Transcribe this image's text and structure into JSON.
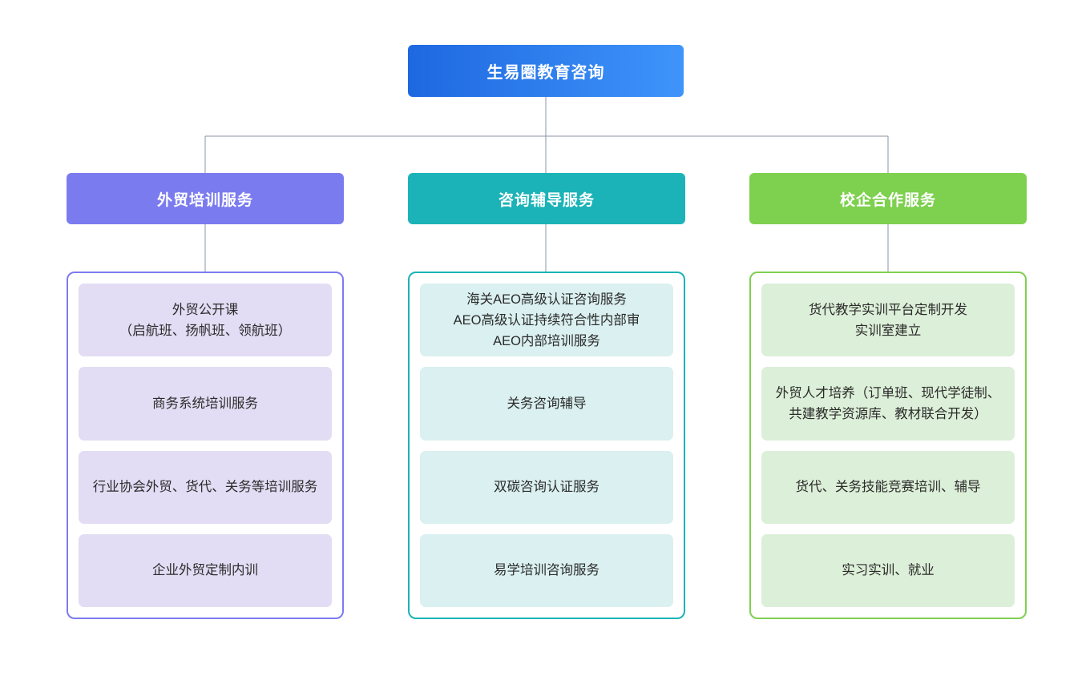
{
  "diagram": {
    "type": "organizational-tree",
    "orientation": "top-down",
    "levels": 3,
    "root": {
      "label": "生易圈教育咨询",
      "color_start": "#1e68e0",
      "color_end": "#3f94fb",
      "text_color": "#ffffff"
    },
    "connector_color": "#8b95a6",
    "background": "#ffffff"
  },
  "branches": [
    {
      "id": "foreign-trade-training",
      "label": "外贸培训服务",
      "accent": "#7b7bf0",
      "card_fill": "#e2ddf4",
      "items": [
        {
          "text": "外贸公开课\n（启航班、扬帆班、领航班）"
        },
        {
          "text": "商务系统培训服务"
        },
        {
          "text": "行业协会外贸、货代、关务等培训服务"
        },
        {
          "text": "企业外贸定制内训"
        }
      ]
    },
    {
      "id": "consulting-tutoring",
      "label": "咨询辅导服务",
      "accent": "#1bb3b8",
      "card_fill": "#dbf0f0",
      "items": [
        {
          "text": "海关AEO高级认证咨询服务\nAEO高级认证持续符合性内部审\nAEO内部培训服务"
        },
        {
          "text": "关务咨询辅导"
        },
        {
          "text": "双碳咨询认证服务"
        },
        {
          "text": "易学培训咨询服务"
        }
      ]
    },
    {
      "id": "school-enterprise-cooperation",
      "label": "校企合作服务",
      "accent": "#7ed04f",
      "card_fill": "#dcefd8",
      "items": [
        {
          "text": "货代教学实训平台定制开发\n实训室建立"
        },
        {
          "text": "外贸人才培养（订单班、现代学徒制、共建教学资源库、教材联合开发）"
        },
        {
          "text": "货代、关务技能竞赛培训、辅导"
        },
        {
          "text": "实习实训、就业"
        }
      ]
    }
  ]
}
